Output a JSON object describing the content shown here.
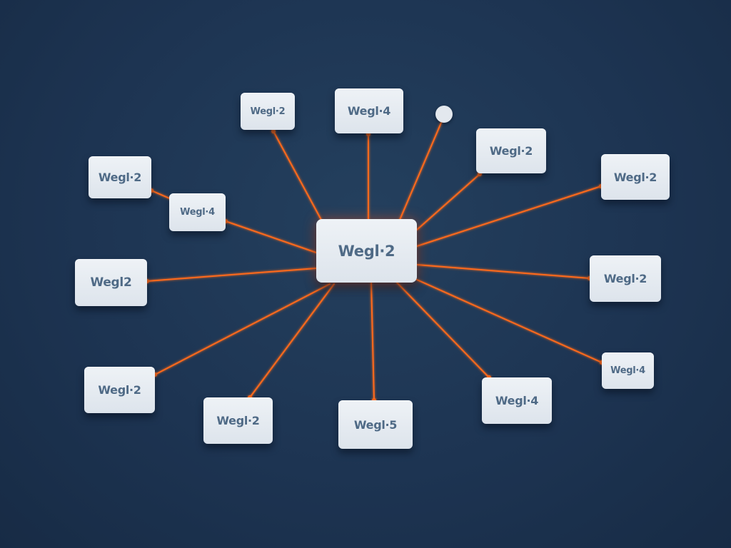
{
  "colors": {
    "background": "#1d3452",
    "node_fill": "#e6ebf1",
    "node_text": "#4f6a86",
    "edge": "#ff6a1a"
  },
  "center": {
    "label": "Wegl·2"
  },
  "nodes": [
    {
      "id": "n1",
      "label": "Wegl·2"
    },
    {
      "id": "n2",
      "label": "Wegl·4"
    },
    {
      "id": "n3",
      "label": "Wegl·2"
    },
    {
      "id": "n4",
      "label": "Wegl·2"
    },
    {
      "id": "n5",
      "label": "Wegl·2"
    },
    {
      "id": "n6",
      "label": "Wegl·4"
    },
    {
      "id": "n7",
      "label": "Wegl2"
    },
    {
      "id": "n8",
      "label": "Wegl·2"
    },
    {
      "id": "n9",
      "label": "Wegl·2"
    },
    {
      "id": "n10",
      "label": "Wegl·2"
    },
    {
      "id": "n11",
      "label": "Wegl·5"
    },
    {
      "id": "n12",
      "label": "Wegl·4"
    },
    {
      "id": "n13",
      "label": "Wegl·4"
    }
  ]
}
